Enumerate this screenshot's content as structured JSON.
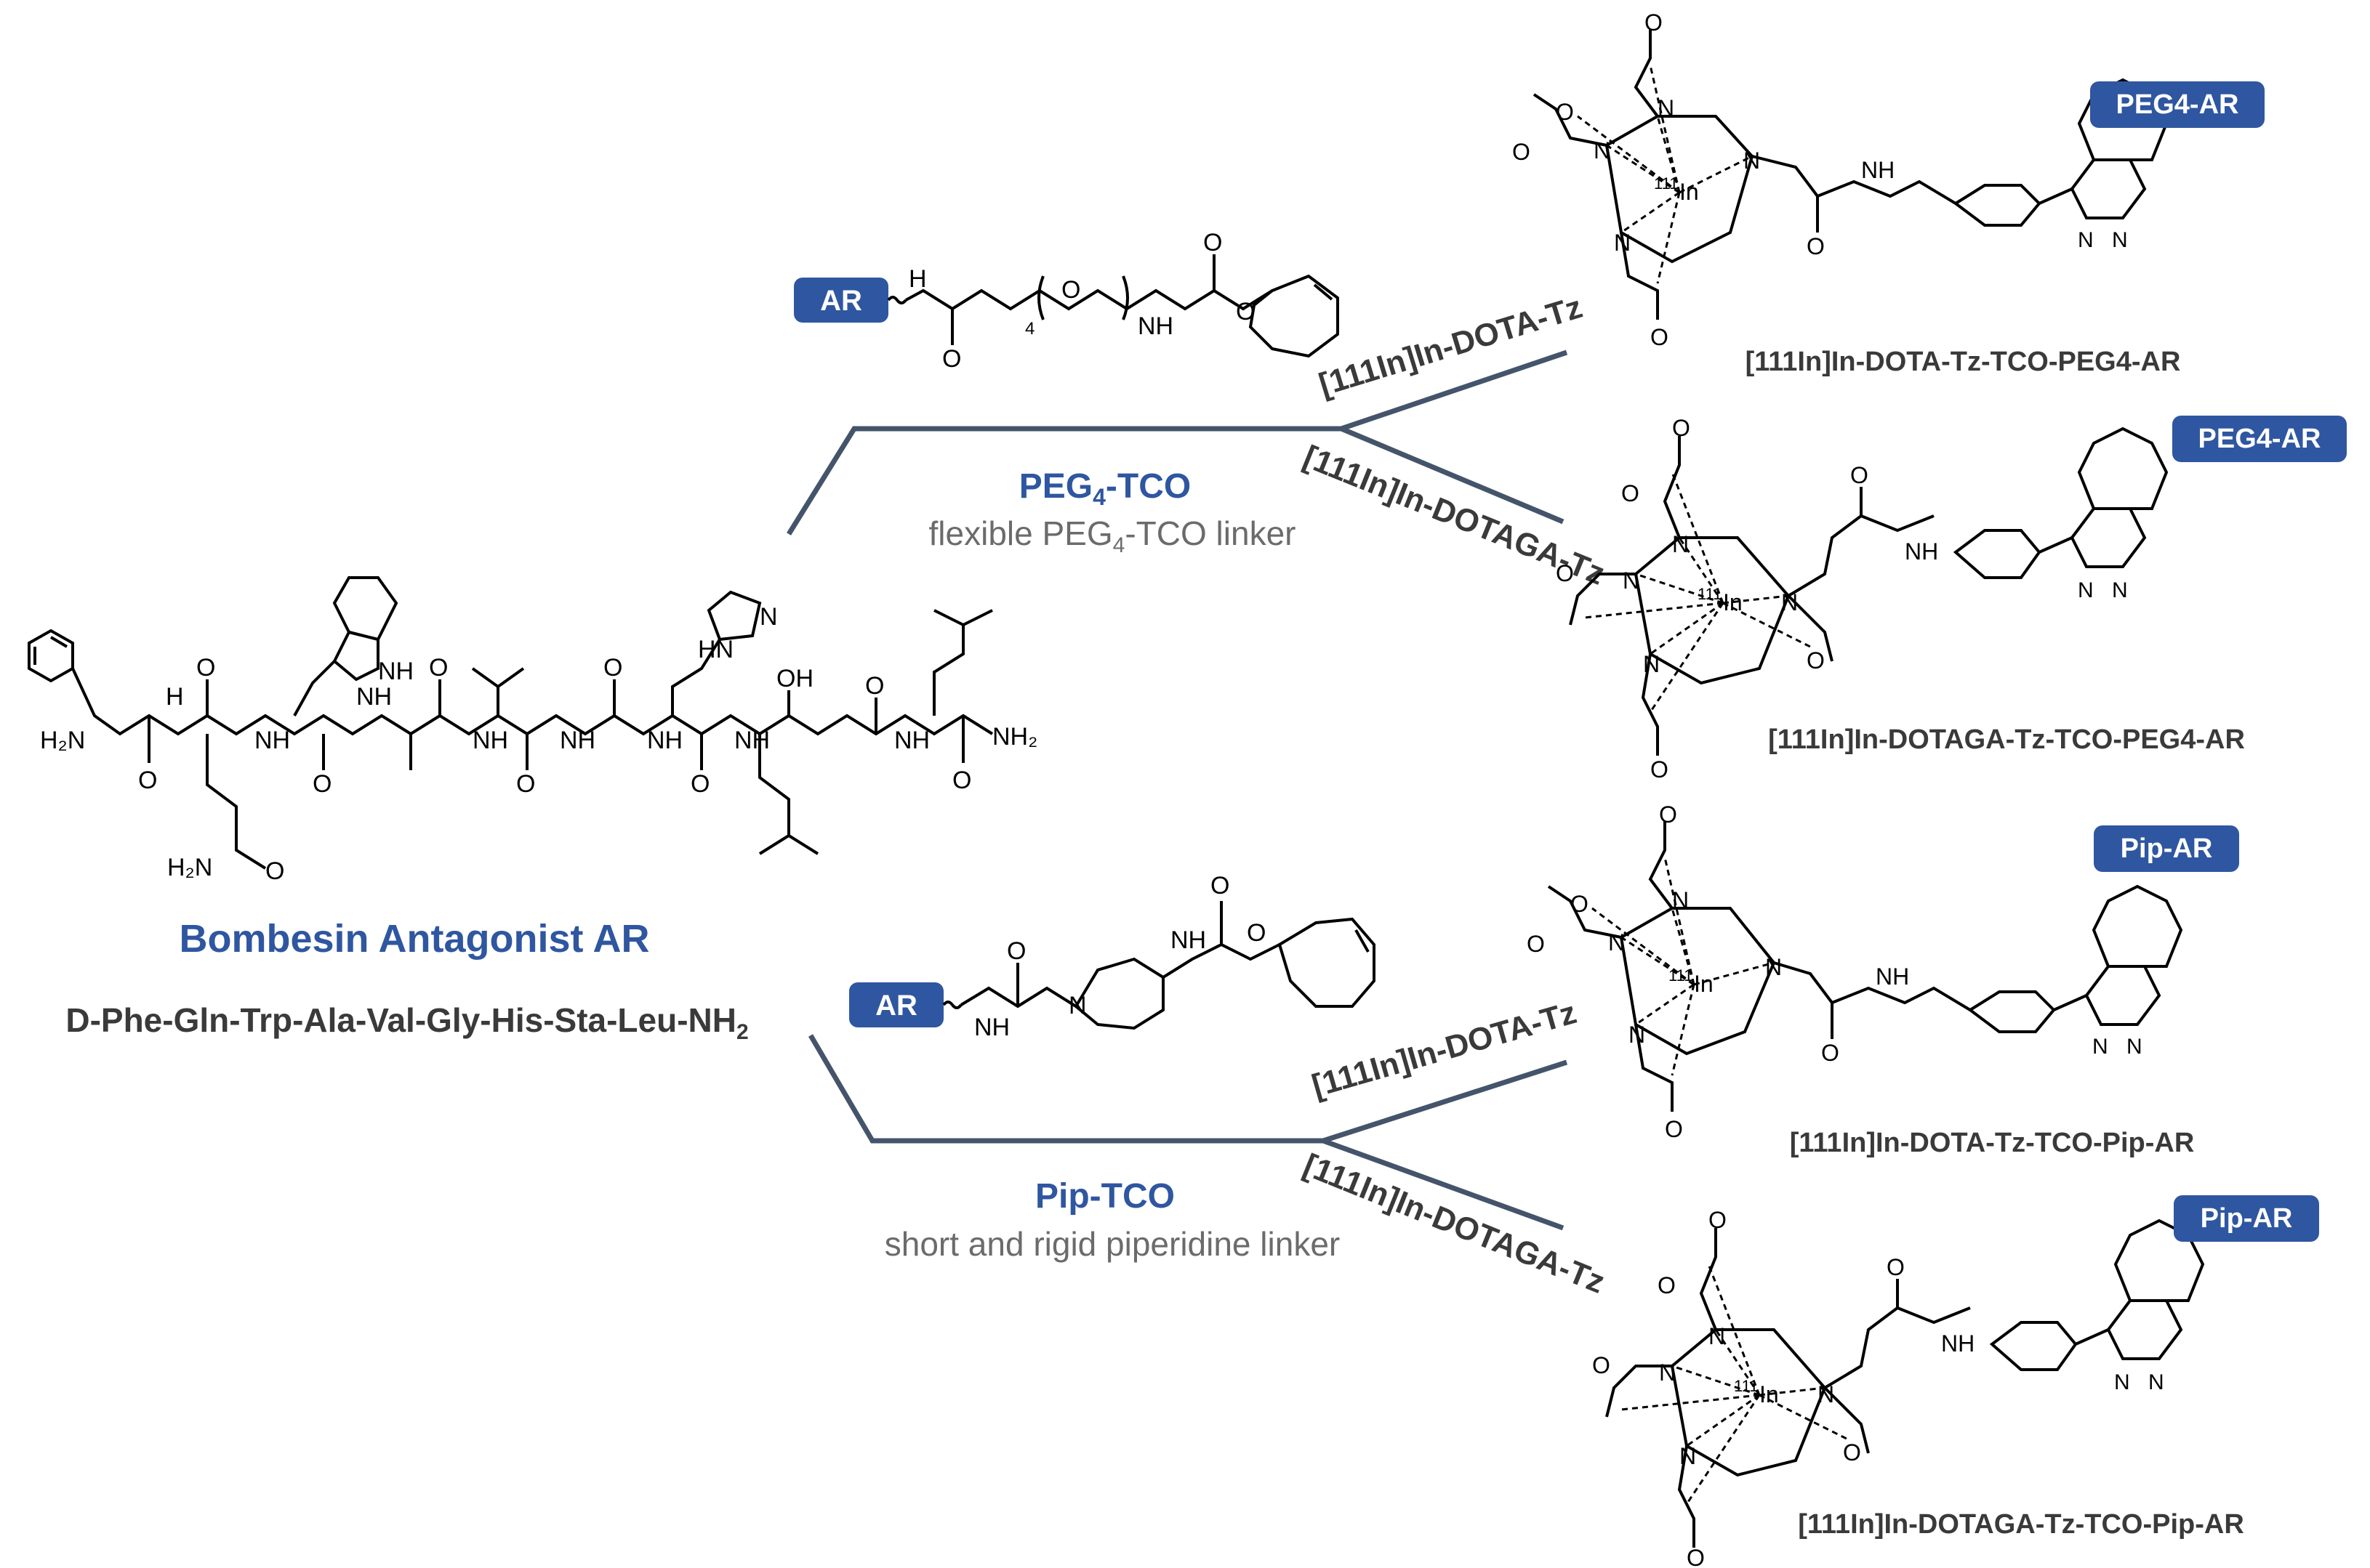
{
  "peptide": {
    "title": "Bombesin Antagonist AR",
    "sequence_main": "D-Phe-Gln-Trp-Ala-Val-Gly-His-Sta-Leu-NH",
    "sequence_sub": "2"
  },
  "linker_peg": {
    "title_main": "PEG",
    "title_sub": "4",
    "title_tail": "-TCO",
    "desc_main": "flexible PEG",
    "desc_sub": "4",
    "desc_tail": "-TCO linker"
  },
  "linker_pip": {
    "title": "Pip-TCO",
    "desc": "short and rigid piperidine linker"
  },
  "reagents": {
    "dota_tz": "[111In]In-DOTA-Tz",
    "dotaga_tz": "[111In]In-DOTAGA-Tz"
  },
  "products": [
    {
      "badge": "PEG4-AR",
      "name": "[111In]In-DOTA-Tz-TCO-PEG4-AR"
    },
    {
      "badge": "PEG4-AR",
      "name": "[111In]In-DOTAGA-Tz-TCO-PEG4-AR"
    },
    {
      "badge": "Pip-AR",
      "name": "[111In]In-DOTA-Tz-TCO-Pip-AR"
    },
    {
      "badge": "Pip-AR",
      "name": "[111In]In-DOTAGA-Tz-TCO-Pip-AR"
    }
  ],
  "ar_badge": "AR",
  "atom_labels": {
    "H2N": "H₂N",
    "NH": "NH",
    "N": "N",
    "O": "O",
    "OH": "OH",
    "NH2": "NH₂",
    "HN": "HN",
    "H": "H",
    "In": "In",
    "iso": "111",
    "n4": "4"
  },
  "colors": {
    "badge": "#2f56a0",
    "blue_text": "#2f56a0",
    "branch_line": "#44546a",
    "dark_text": "#3a3a3a",
    "gray_text": "#6b6b6b"
  }
}
